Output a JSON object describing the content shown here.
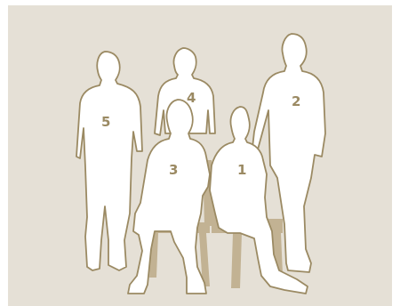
{
  "figure": {
    "background_color": "#e5e0d6",
    "outline_color": "#9b8a63",
    "chair_color": "#c2b293",
    "people": [
      {
        "label": "5",
        "pose": "standing"
      },
      {
        "label": "4",
        "pose": "standing"
      },
      {
        "label": "2",
        "pose": "standing"
      },
      {
        "label": "3",
        "pose": "seated"
      },
      {
        "label": "1",
        "pose": "seated"
      }
    ]
  }
}
